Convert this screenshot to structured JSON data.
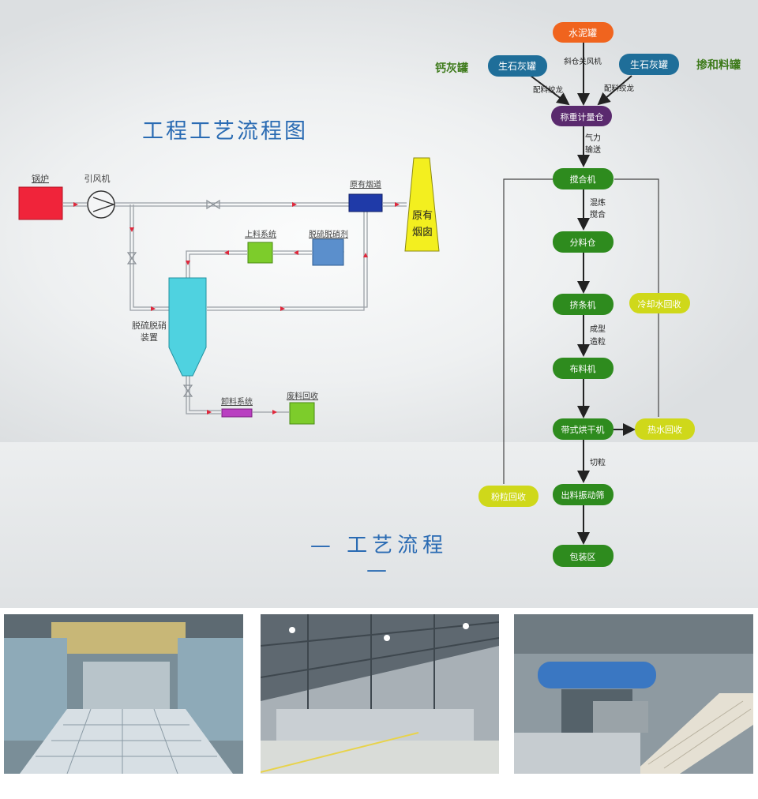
{
  "left_diagram": {
    "title": "工程工艺流程图",
    "nodes": {
      "boiler": "锅炉",
      "fan": "引风机",
      "flue": "原有烟道",
      "chimney_l1": "原有",
      "chimney_l2": "烟囱",
      "feed": "上料系统",
      "agent": "脱硫脱硝剂",
      "device_l1": "脱硫脱硝",
      "device_l2": "装置",
      "unload": "卸料系统",
      "waste": "废料回收"
    }
  },
  "right_flow": {
    "top": {
      "cement": "水泥罐",
      "lime_left": "生石灰罐",
      "lime_right": "生石灰罐",
      "calcium_tank": "钙灰罐",
      "mix_tank": "掺和料罐",
      "lbl_chute": "斜仓关风机",
      "lbl_screw_left": "配料绞龙",
      "lbl_screw_right": "配料绞龙"
    },
    "steps": {
      "weigh": "称重计量仓",
      "lbl_air_1": "气力",
      "lbl_air_2": "输送",
      "mixer": "搅合机",
      "lbl_mix_1": "混炼",
      "lbl_mix_2": "搅合",
      "split": "分料仓",
      "extruder": "挤条机",
      "lbl_shape_1": "成型",
      "lbl_shape_2": "造粒",
      "spreader": "布料机",
      "dryer": "带式烘干机",
      "lbl_cut": "切粒",
      "screen": "出料振动筛",
      "pack": "包装区"
    },
    "recycle": {
      "cooling": "冷却水回收",
      "hot": "热水回收",
      "powder": "粉粒回收"
    }
  },
  "section_title": "— 工艺流程 —",
  "colors": {
    "title_blue": "#2a6bb3",
    "green_node": "#2e8b1e",
    "purple_node": "#5a2a6e",
    "orange_node": "#f0641e",
    "teal_node": "#1f6e99",
    "yellow_node": "#cfd81a",
    "boiler_red": "#f0243a",
    "flue_blue": "#1f3aa8",
    "chimney_yellow": "#f3ef1f",
    "device_cyan": "#4fd2e0",
    "feed_green": "#7dcc2b",
    "agent_blue": "#5b8fcc",
    "unload_purple": "#b93fc1",
    "label_green": "#3d7a1a"
  },
  "photos": [
    {
      "icon": "factory-mixer-photo"
    },
    {
      "icon": "factory-hall-photo"
    },
    {
      "icon": "factory-machine-photo"
    }
  ]
}
